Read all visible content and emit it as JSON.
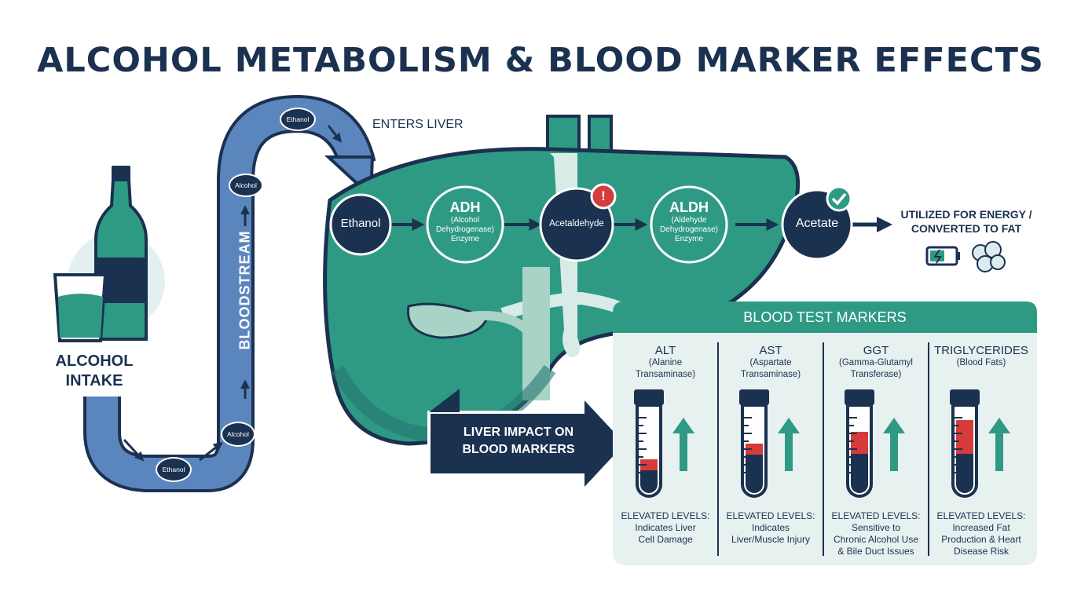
{
  "title": "ALCOHOL METABOLISM & BLOOD MARKER EFFECTS",
  "intake": {
    "label_line1": "ALCOHOL",
    "label_line2": "INTAKE"
  },
  "bloodstream": {
    "label": "BLOODSTREAM",
    "tokens": [
      "Ethanol",
      "Alcohol",
      "Alcohol",
      "Ethanol"
    ]
  },
  "liver": {
    "enters_label": "ENTERS LIVER"
  },
  "pathway": {
    "ethanol": "Ethanol",
    "adh": {
      "name": "ADH",
      "line1": "(Alcohol",
      "line2": "Dehydrogenase)",
      "line3": "Enzyme"
    },
    "acetaldehyde": "Acetaldehyde",
    "aldh": {
      "name": "ALDH",
      "line1": "(Aldehyde",
      "line2": "Dehydrogenase)",
      "line3": "Enzyme"
    },
    "acetate": "Acetate",
    "outcome_line1": "UTILIZED FOR ENERGY /",
    "outcome_line2": "CONVERTED TO FAT",
    "warning_symbol": "!"
  },
  "impact": {
    "line1": "LIVER IMPACT ON",
    "line2": "BLOOD MARKERS"
  },
  "markers": {
    "header": "BLOOD TEST MARKERS",
    "items": [
      {
        "name": "ALT",
        "sub1": "(Alanine",
        "sub2": "Transaminase)",
        "level": 0.35,
        "foot1": "ELEVATED LEVELS:",
        "foot2": "Indicates Liver",
        "foot3": "Cell Damage"
      },
      {
        "name": "AST",
        "sub1": "(Aspartate",
        "sub2": "Transaminase)",
        "level": 0.55,
        "foot1": "ELEVATED LEVELS:",
        "foot2": "Indicates",
        "foot3": "Liver/Muscle Injury"
      },
      {
        "name": "GGT",
        "sub1": "(Gamma-Glutamyl",
        "sub2": "Transferase)",
        "level": 0.7,
        "foot1": "ELEVATED LEVELS:",
        "foot2": "Sensitive to",
        "foot3": "Chronic Alcohol Use",
        "foot4": "& Bile Duct Issues"
      },
      {
        "name": "TRIGLYCERIDES",
        "sub1": "(Blood Fats)",
        "sub2": "",
        "level": 0.85,
        "foot1": "ELEVATED LEVELS:",
        "foot2": "Increased Fat",
        "foot3": "Production & Heart",
        "foot4": "Disease Risk"
      }
    ]
  },
  "colors": {
    "navy": "#1b3150",
    "teal": "#2f9a84",
    "liver_dark": "#24766f",
    "blue_stream": "#5b86bd",
    "alert_red": "#d63b3b"
  }
}
